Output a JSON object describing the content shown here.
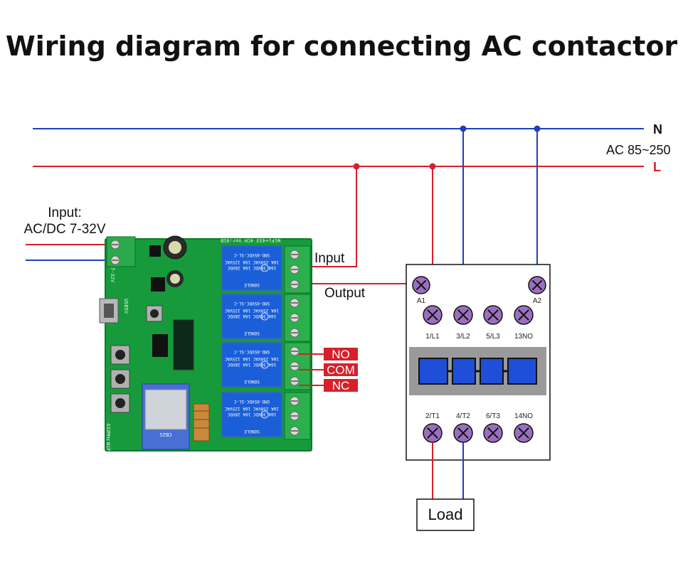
{
  "title": "Wiring diagram for connecting AC contactor",
  "power": {
    "n_label": "N",
    "l_label": "L",
    "ac_range": "AC 85~250",
    "colors": {
      "neutral": "#1f3fbf",
      "live": "#d7202a"
    }
  },
  "input_supply": {
    "line1": "Input:",
    "line2": "AC/DC 7-32V"
  },
  "board": {
    "voltage_mark": "7-32V",
    "usb_mark": "USB5V",
    "freq_mark": "433MHz",
    "wifi_mark": "WiFi",
    "model_mark": "WiFi+433 4CH  Ver:01B",
    "module_mark": "CB2S",
    "relay_model": "SRD-05VDC-SL-C",
    "relay_rating_1": "10A 250VAC  10A 125VAC",
    "relay_rating_2": "10A 30VDC  10A 28VDC",
    "relay_brand": "SONGLE",
    "pcb_color": "#169a3c",
    "relay_color": "#1b5fd8"
  },
  "relay_labels": {
    "input": "Input",
    "output": "Output"
  },
  "contact_tags": [
    "NO",
    "COM",
    "NC"
  ],
  "contactor": {
    "coil": [
      "A1",
      "A2"
    ],
    "top_terminals": [
      "1/L1",
      "3/L2",
      "5/L3",
      "13NO"
    ],
    "bottom_terminals": [
      "2/T1",
      "4/T2",
      "6/T3",
      "14NO"
    ],
    "terminal_color": "#9b6fc0"
  },
  "load_label": "Load"
}
